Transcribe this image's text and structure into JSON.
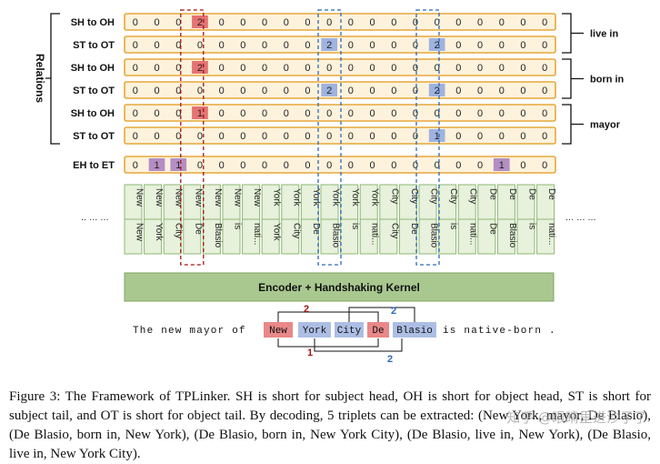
{
  "relations_label": "Relations",
  "rows": [
    {
      "label": "SH to OH",
      "values": [
        "0",
        "0",
        "0",
        "2",
        "0",
        "0",
        "0",
        "0",
        "0",
        "0",
        "0",
        "0",
        "0",
        "0",
        "0",
        "0",
        "0",
        "0",
        "0",
        "0"
      ]
    },
    {
      "label": "ST to OT",
      "values": [
        "0",
        "0",
        "0",
        "0",
        "0",
        "0",
        "0",
        "0",
        "0",
        "2",
        "0",
        "0",
        "0",
        "0",
        "2",
        "0",
        "0",
        "0",
        "0",
        "0"
      ]
    },
    {
      "label": "SH to OH",
      "values": [
        "0",
        "0",
        "0",
        "2",
        "0",
        "0",
        "0",
        "0",
        "0",
        "0",
        "0",
        "0",
        "0",
        "0",
        "0",
        "0",
        "0",
        "0",
        "0",
        "0"
      ]
    },
    {
      "label": "ST to OT",
      "values": [
        "0",
        "0",
        "0",
        "0",
        "0",
        "0",
        "0",
        "0",
        "0",
        "2",
        "0",
        "0",
        "0",
        "0",
        "2",
        "0",
        "0",
        "0",
        "0",
        "0"
      ]
    },
    {
      "label": "SH to OH",
      "values": [
        "0",
        "0",
        "0",
        "1",
        "0",
        "0",
        "0",
        "0",
        "0",
        "0",
        "0",
        "0",
        "0",
        "0",
        "0",
        "0",
        "0",
        "0",
        "0",
        "0"
      ]
    },
    {
      "label": "ST to OT",
      "values": [
        "0",
        "0",
        "0",
        "0",
        "0",
        "0",
        "0",
        "0",
        "0",
        "0",
        "0",
        "0",
        "0",
        "0",
        "1",
        "0",
        "0",
        "0",
        "0",
        "0"
      ]
    },
    {
      "label": "EH to ET",
      "values": [
        "0",
        "1",
        "1",
        "0",
        "0",
        "0",
        "0",
        "0",
        "0",
        "0",
        "0",
        "0",
        "0",
        "0",
        "0",
        "0",
        "0",
        "1",
        "0",
        "0"
      ]
    }
  ],
  "relation_names": [
    "live in",
    "born in",
    "mayor"
  ],
  "token_pairs": [
    {
      "top": "New",
      "bottom": "New"
    },
    {
      "top": "New",
      "bottom": "York"
    },
    {
      "top": "New",
      "bottom": "City"
    },
    {
      "top": "New",
      "bottom": "De"
    },
    {
      "top": "New",
      "bottom": "Blasio"
    },
    {
      "top": "New",
      "bottom": "is"
    },
    {
      "top": "New",
      "bottom": "nati..."
    },
    {
      "top": "York",
      "bottom": "York"
    },
    {
      "top": "York",
      "bottom": "City"
    },
    {
      "top": "York",
      "bottom": "De"
    },
    {
      "top": "York",
      "bottom": "Blasio"
    },
    {
      "top": "York",
      "bottom": "is"
    },
    {
      "top": "York",
      "bottom": "nati..."
    },
    {
      "top": "City",
      "bottom": "City"
    },
    {
      "top": "City",
      "bottom": "De"
    },
    {
      "top": "City",
      "bottom": "Blasio"
    },
    {
      "top": "City",
      "bottom": "is"
    },
    {
      "top": "City",
      "bottom": "nati..."
    },
    {
      "top": "De",
      "bottom": "De"
    },
    {
      "top": "De",
      "bottom": "Blasio"
    },
    {
      "top": "De",
      "bottom": "is"
    },
    {
      "top": "De",
      "bottom": "nati..."
    }
  ],
  "ellipsis_left": ".. ... ...",
  "ellipsis_right": "... ... ...",
  "encoder_label": "Encoder + Handshaking Kernel",
  "sentence_before": "The new mayor of",
  "sentence_tokens": [
    "New",
    "York",
    "City",
    "De",
    "Blasio"
  ],
  "sentence_after": "is native-born .",
  "arc_labels": {
    "top_red": "2",
    "top_blue": "2",
    "bottom_red": "1",
    "bottom_blue": "2"
  },
  "colors": {
    "red": "#e57373",
    "red_dark": "#a31515",
    "blue": "#9fb3e0",
    "blue_dark": "#2e6bb5",
    "purple": "#b48ec4",
    "cell_fill": "#fdf2dc",
    "cell_border": "#e6a83a",
    "green": "#a9c88f",
    "green_light": "#e7f1dc"
  },
  "caption": "Figure 3: The Framework of TPLinker. SH is short for subject head, OH is short for object head, ST is short for subject tail, and OT is short for object tail. By decoding, 5 triplets can be extracted: (New York, mayor, De Blasio), (De Blasio, born in, New York), (De Blasio, born in, New York City), (De Blasio, live in, New York), (De Blasio, live in, New York City).",
  "watermark": "知乎 @眼睛里进沙子了"
}
